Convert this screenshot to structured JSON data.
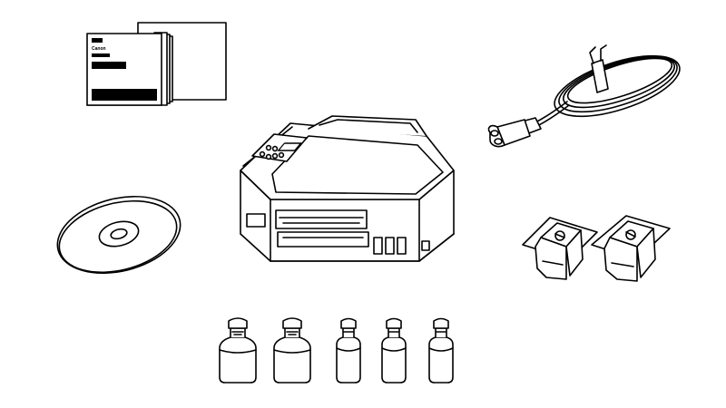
{
  "manual": {
    "brand_text": "Canon"
  },
  "colors": {
    "line": "#000000",
    "background": "#ffffff"
  },
  "icons": {
    "manual": "manual-icon",
    "power_cord": "power-cord-icon",
    "printer": "printer-icon",
    "disc": "cd-disc-icon",
    "cartridges": "print-head-icon",
    "ink_bottles": "ink-bottle-icon"
  },
  "ink_bottle_count": 5,
  "print_head_count": 2
}
